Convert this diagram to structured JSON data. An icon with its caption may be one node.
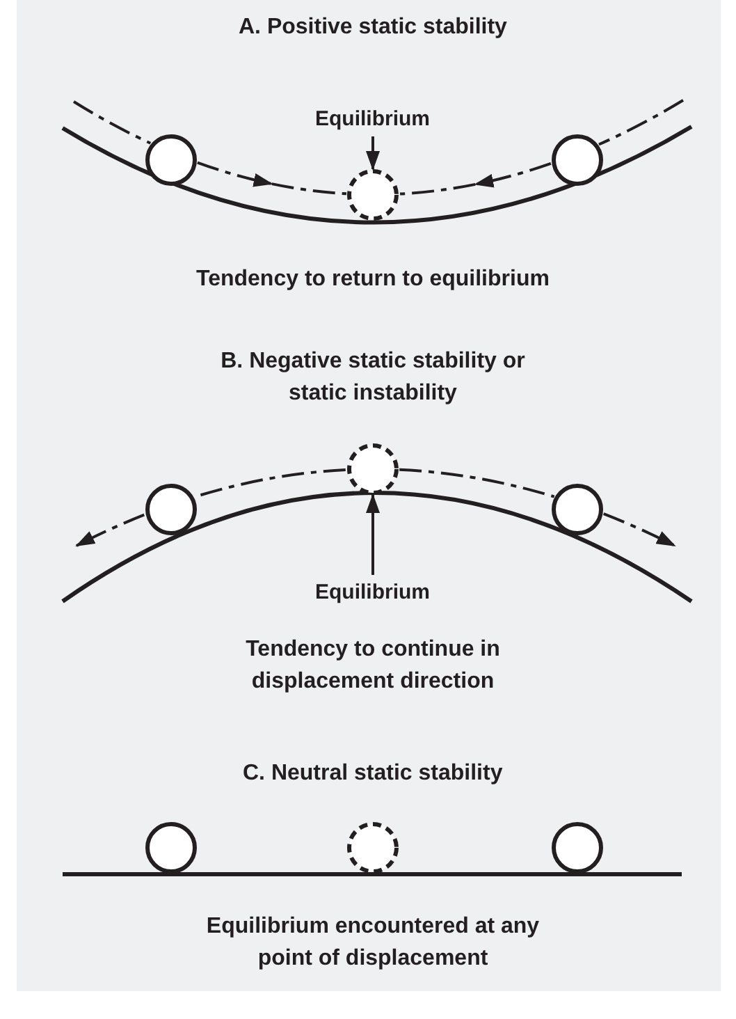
{
  "diagram": {
    "nodes": [
      {
        "text": [
          "Equilibrium"
        ]
      },
      {
        "text": [],
        "shape": "circle"
      },
      {
        "text": [],
        "shape": "circle"
      },
      {
        "text": [],
        "shape": "circle"
      },
      {
        "text": [],
        "shape": "circle"
      },
      {
        "text": [],
        "shape": "circle"
      },
      {
        "text": [],
        "shape": "circle"
      },
      {
        "text": [
          "Equilibrium"
        ]
      },
      {
        "text": [],
        "shape": "circle"
      },
      {
        "text": [],
        "shape": "circle"
      },
      {
        "text": [],
        "shape": "circle"
      }
    ],
    "edges": [
      {
        "from": 0,
        "to": 2,
        "arrow": "to"
      },
      {
        "from": 1,
        "to": null,
        "arrow": "to",
        "style": "dashed"
      },
      {
        "from": null,
        "to": 2,
        "arrow": "none",
        "style": "dashed"
      },
      {
        "from": 3,
        "to": null,
        "arrow": "to",
        "style": "dashed"
      },
      {
        "from": null,
        "to": 2,
        "arrow": "none",
        "style": "dashed"
      },
      {
        "from": null,
        "to": 1,
        "arrow": "none",
        "style": "dashed"
      },
      {
        "from": null,
        "to": 3,
        "arrow": "none",
        "style": "dashed"
      },
      {
        "from": 4,
        "to": 5,
        "arrow": "none",
        "style": "dashed"
      },
      {
        "from": 4,
        "to": 6,
        "arrow": "none",
        "style": "dashed"
      },
      {
        "from": 5,
        "to": null,
        "arrow": "to",
        "style": "dashed"
      },
      {
        "from": 6,
        "to": null,
        "arrow": "to",
        "style": "dashed"
      },
      {
        "from": 7,
        "to": 4,
        "arrow": "to"
      }
    ],
    "labels": [
      "A. Positive static stability",
      "Tendency to return to equilibrium",
      "B. Negative static stability or static instability",
      "Tendency to continue in displacement direction",
      "C. Neutral static stability",
      "Equilibrium encountered at any point of displacement"
    ]
  }
}
